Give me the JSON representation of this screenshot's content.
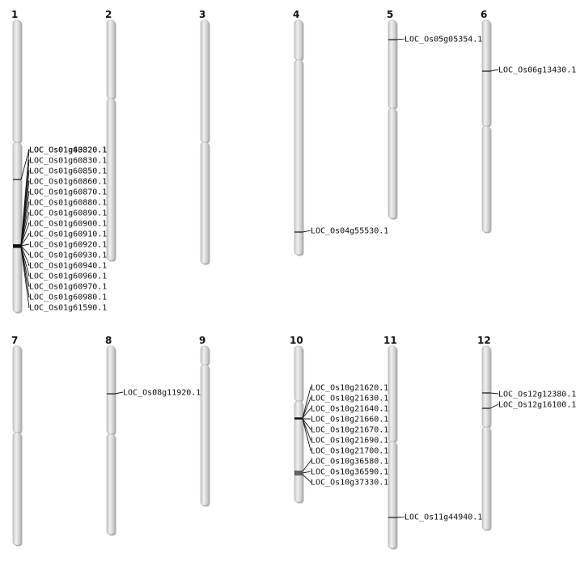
{
  "colors": {
    "chromosome_fill_light": "#f0f0f0",
    "chromosome_fill_dark": "#c8c8c8",
    "chromosome_edge": "#a8a8a8",
    "chromosome_shadow": "#707070",
    "marker": "#111111",
    "text": "#111111"
  },
  "chromosomes": [
    {
      "id": "1",
      "label": "1"
    },
    {
      "id": "2",
      "label": "2"
    },
    {
      "id": "3",
      "label": "3"
    },
    {
      "id": "4",
      "label": "4"
    },
    {
      "id": "5",
      "label": "5"
    },
    {
      "id": "6",
      "label": "6"
    },
    {
      "id": "7",
      "label": "7"
    },
    {
      "id": "8",
      "label": "8"
    },
    {
      "id": "9",
      "label": "9"
    },
    {
      "id": "10",
      "label": "10"
    },
    {
      "id": "11",
      "label": "11"
    },
    {
      "id": "12",
      "label": "12"
    }
  ],
  "genes": [
    {
      "chr": "1",
      "label": "LOC_Os01g43320.1"
    },
    {
      "chr": "1",
      "label": "LOC_Os01g60820.1"
    },
    {
      "chr": "1",
      "label": "LOC_Os01g60830.1"
    },
    {
      "chr": "1",
      "label": "LOC_Os01g60850.1"
    },
    {
      "chr": "1",
      "label": "LOC_Os01g60860.1"
    },
    {
      "chr": "1",
      "label": "LOC_Os01g60870.1"
    },
    {
      "chr": "1",
      "label": "LOC_Os01g60880.1"
    },
    {
      "chr": "1",
      "label": "LOC_Os01g60890.1"
    },
    {
      "chr": "1",
      "label": "LOC_Os01g60900.1"
    },
    {
      "chr": "1",
      "label": "LOC_Os01g60910.1"
    },
    {
      "chr": "1",
      "label": "LOC_Os01g60920.1"
    },
    {
      "chr": "1",
      "label": "LOC_Os01g60930.1"
    },
    {
      "chr": "1",
      "label": "LOC_Os01g60940.1"
    },
    {
      "chr": "1",
      "label": "LOC_Os01g60960.1"
    },
    {
      "chr": "1",
      "label": "LOC_Os01g60970.1"
    },
    {
      "chr": "1",
      "label": "LOC_Os01g60980.1"
    },
    {
      "chr": "1",
      "label": "LOC_Os01g61590.1"
    },
    {
      "chr": "4",
      "label": "LOC_Os04g55530.1"
    },
    {
      "chr": "5",
      "label": "LOC_Os05g05354.1"
    },
    {
      "chr": "6",
      "label": "LOC_Os06g13430.1"
    },
    {
      "chr": "8",
      "label": "LOC_Os08g11920.1"
    },
    {
      "chr": "10",
      "label": "LOC_Os10g21620.1"
    },
    {
      "chr": "10",
      "label": "LOC_Os10g21630.1"
    },
    {
      "chr": "10",
      "label": "LOC_Os10g21640.1"
    },
    {
      "chr": "10",
      "label": "LOC_Os10g21660.1"
    },
    {
      "chr": "10",
      "label": "LOC_Os10g21670.1"
    },
    {
      "chr": "10",
      "label": "LOC_Os10g21690.1"
    },
    {
      "chr": "10",
      "label": "LOC_Os10g21700.1"
    },
    {
      "chr": "10",
      "label": "LOC_Os10g36580.1"
    },
    {
      "chr": "10",
      "label": "LOC_Os10g36590.1"
    },
    {
      "chr": "10",
      "label": "LOC_Os10g37330.1"
    },
    {
      "chr": "11",
      "label": "LOC_Os11g44940.1"
    },
    {
      "chr": "12",
      "label": "LOC_Os12g12380.1"
    },
    {
      "chr": "12",
      "label": "LOC_Os12g16100.1"
    }
  ]
}
